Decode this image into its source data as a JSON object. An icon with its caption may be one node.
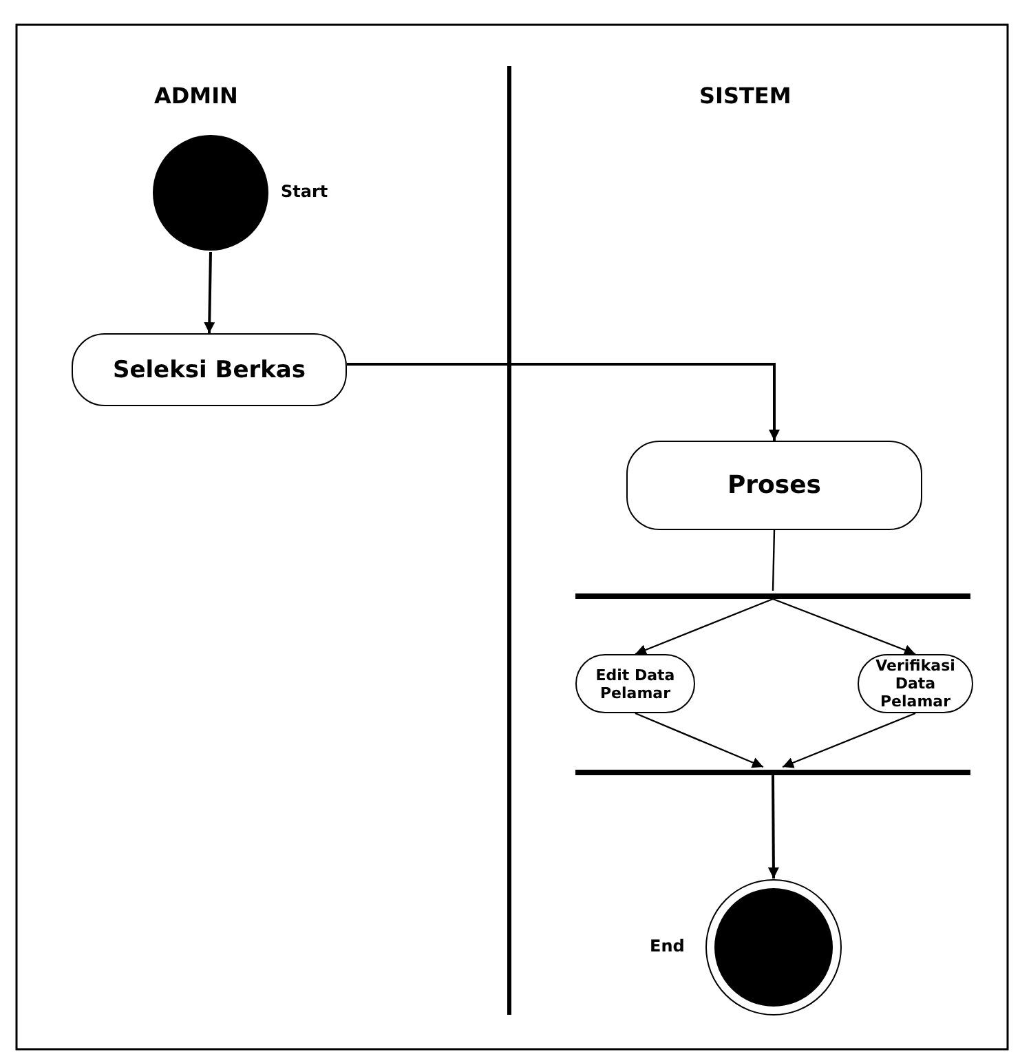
{
  "diagram": {
    "nodes": [
      {
        "text": [],
        "shape": "circle",
        "beside": [
          "Start"
        ]
      },
      {
        "text": [
          "Seleksi Berkas"
        ]
      },
      {
        "text": [
          "Proses"
        ]
      },
      {
        "text": [],
        "shape": "bar"
      },
      {
        "text": [
          "Edit Data Pelamar"
        ]
      },
      {
        "text": [
          "Verifikasi Data Pelamar"
        ]
      },
      {
        "text": [],
        "shape": "bar"
      },
      {
        "text": [],
        "shape": "circle",
        "beside": [
          "End"
        ]
      }
    ],
    "edges": [
      {
        "from": 0,
        "to": 1,
        "arrow": "to"
      },
      {
        "from": 1,
        "to": 2,
        "arrow": "to"
      },
      {
        "from": 2,
        "to": 3,
        "arrow": "none"
      },
      {
        "from": 3,
        "to": 4,
        "arrow": "to"
      },
      {
        "from": 3,
        "to": 5,
        "arrow": "to"
      },
      {
        "from": 4,
        "to": 6,
        "arrow": "to"
      },
      {
        "from": 5,
        "to": 6,
        "arrow": "to"
      },
      {
        "from": 6,
        "to": 7,
        "arrow": "to"
      }
    ],
    "labels": [
      "ADMIN",
      "SISTEM"
    ]
  }
}
